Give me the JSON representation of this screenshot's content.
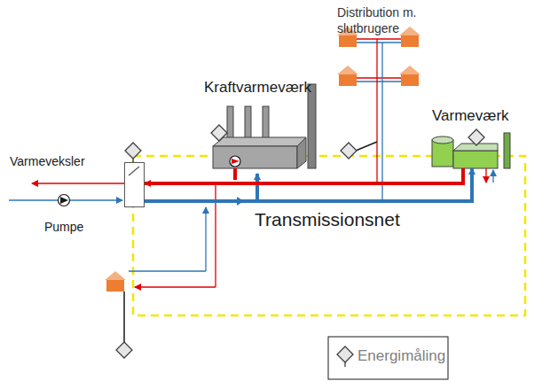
{
  "diagram": {
    "nodes": [
      {
        "text": [
          "Distribution m. slutbrugere"
        ]
      },
      {
        "text": [
          "Kraftvarmeværk"
        ]
      },
      {
        "text": [
          "Varmeværk"
        ]
      },
      {
        "text": [
          "Varmeveksler"
        ]
      }
    ],
    "edges": [
      {
        "from": 2,
        "to": 3,
        "arrow": "to"
      },
      {
        "from": 3,
        "to": 2,
        "arrow": "to"
      }
    ],
    "labels": [
      "Pumpe",
      "Transmissionsnet"
    ],
    "legend": [
      {
        "text": "Energimåling"
      }
    ]
  }
}
